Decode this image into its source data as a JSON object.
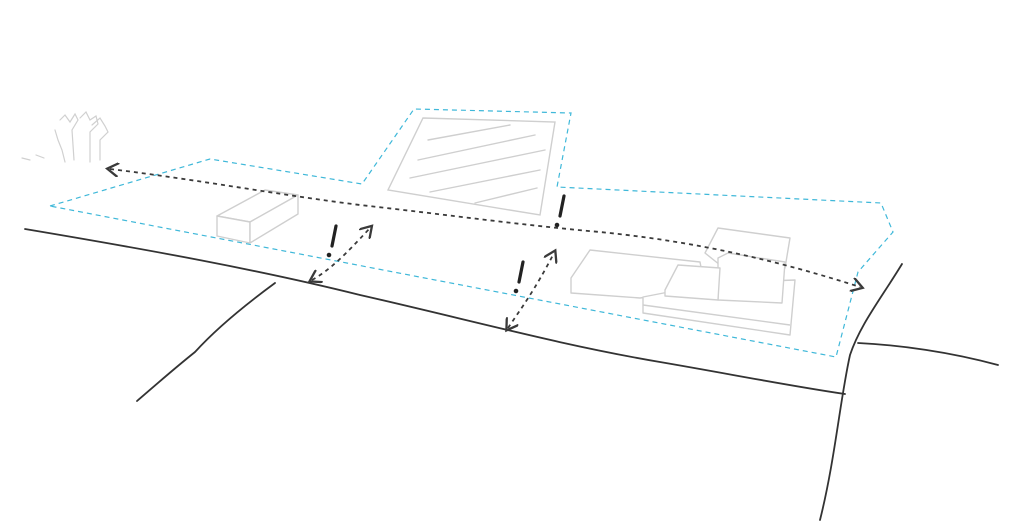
{
  "diagram": {
    "colors": {
      "background": "#ffffff",
      "road": "#333333",
      "site_boundary": "#3fb8d9",
      "building": "#cfcfcf",
      "path_arrow": "#3a3a3a",
      "access_marker": "#222222",
      "trees": "#d0d0d0"
    },
    "elements": {
      "site_boundary": "dashed-site-boundary",
      "field": "hatched-field",
      "buildings": [
        "small-block-building",
        "large-building-complex"
      ],
      "main_path": "dashed-double-arrow-path",
      "access_points": [
        "access-point-1",
        "access-point-2",
        "access-point-3"
      ],
      "trees": "tree-cluster-sketch"
    }
  }
}
